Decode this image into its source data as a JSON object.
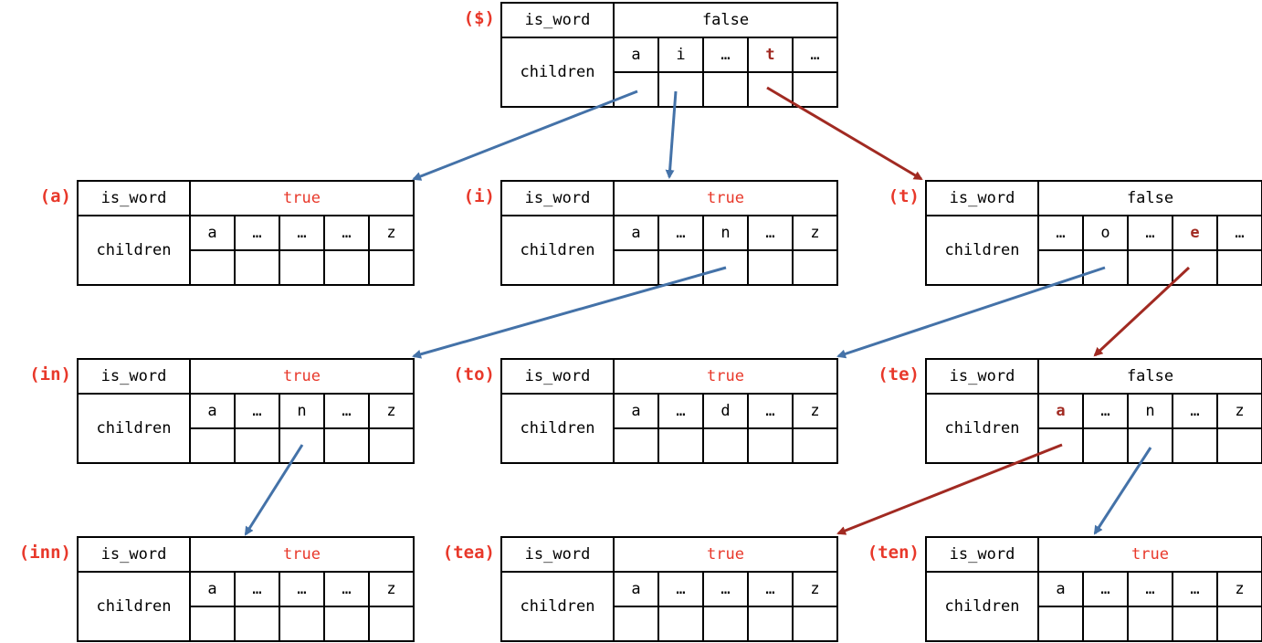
{
  "colors": {
    "red": "#e8382a",
    "arrow_red": "#a12a22",
    "arrow_blue": "#4472a8",
    "black": "#000000"
  },
  "field_labels": {
    "is_word": "is_word",
    "children": "children"
  },
  "nodes": [
    {
      "id": "root",
      "label": "($)",
      "is_word": "false",
      "is_word_highlight": false,
      "children": [
        "a",
        "i",
        "…",
        "t",
        "…"
      ],
      "highlight_index": 3
    },
    {
      "id": "a",
      "label": "(a)",
      "is_word": "true",
      "is_word_highlight": true,
      "children": [
        "a",
        "…",
        "…",
        "…",
        "z"
      ],
      "highlight_index": -1
    },
    {
      "id": "i",
      "label": "(i)",
      "is_word": "true",
      "is_word_highlight": true,
      "children": [
        "a",
        "…",
        "n",
        "…",
        "z"
      ],
      "highlight_index": -1
    },
    {
      "id": "t",
      "label": "(t)",
      "is_word": "false",
      "is_word_highlight": false,
      "children": [
        "…",
        "o",
        "…",
        "e",
        "…"
      ],
      "highlight_index": 3
    },
    {
      "id": "in",
      "label": "(in)",
      "is_word": "true",
      "is_word_highlight": true,
      "children": [
        "a",
        "…",
        "n",
        "…",
        "z"
      ],
      "highlight_index": -1
    },
    {
      "id": "to",
      "label": "(to)",
      "is_word": "true",
      "is_word_highlight": true,
      "children": [
        "a",
        "…",
        "d",
        "…",
        "z"
      ],
      "highlight_index": -1
    },
    {
      "id": "te",
      "label": "(te)",
      "is_word": "false",
      "is_word_highlight": false,
      "children": [
        "a",
        "…",
        "n",
        "…",
        "z"
      ],
      "highlight_index": 0
    },
    {
      "id": "inn",
      "label": "(inn)",
      "is_word": "true",
      "is_word_highlight": true,
      "children": [
        "a",
        "…",
        "…",
        "…",
        "z"
      ],
      "highlight_index": -1
    },
    {
      "id": "tea",
      "label": "(tea)",
      "is_word": "true",
      "is_word_highlight": true,
      "children": [
        "a",
        "…",
        "…",
        "…",
        "z"
      ],
      "highlight_index": -1
    },
    {
      "id": "ten",
      "label": "(ten)",
      "is_word": "true",
      "is_word_highlight": true,
      "children": [
        "a",
        "…",
        "…",
        "…",
        "z"
      ],
      "highlight_index": -1
    }
  ],
  "edges": [
    {
      "from": "root",
      "to": "a",
      "color": "blue"
    },
    {
      "from": "root",
      "to": "i",
      "color": "blue"
    },
    {
      "from": "root",
      "to": "t",
      "color": "red"
    },
    {
      "from": "i",
      "to": "in",
      "color": "blue"
    },
    {
      "from": "t",
      "to": "to",
      "color": "blue"
    },
    {
      "from": "t",
      "to": "te",
      "color": "red"
    },
    {
      "from": "in",
      "to": "inn",
      "color": "blue"
    },
    {
      "from": "te",
      "to": "tea",
      "color": "red"
    },
    {
      "from": "te",
      "to": "ten",
      "color": "blue"
    }
  ]
}
